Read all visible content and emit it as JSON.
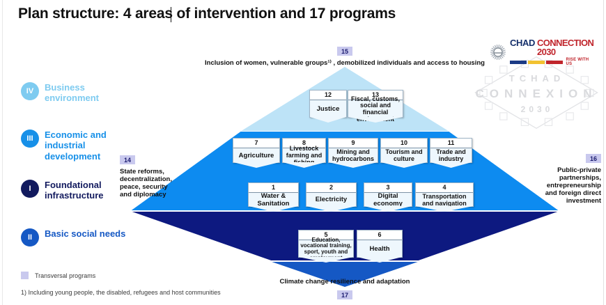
{
  "page": {
    "title": "Plan structure: 4 areas of intervention and 17 programs"
  },
  "pillars": [
    {
      "numeral": "IV",
      "label": "Business environment",
      "color": "#7ecbf0",
      "text_color": "#7ecbf0"
    },
    {
      "numeral": "III",
      "label": "Economic and industrial development",
      "color": "#1790e8",
      "text_color": "#1790e8"
    },
    {
      "numeral": "I",
      "label": "Foundational infrastructure",
      "color": "#121a5e",
      "text_color": "#121a5e"
    },
    {
      "numeral": "II",
      "label": "Basic social needs",
      "color": "#1558c4",
      "text_color": "#1558c4"
    }
  ],
  "bands": {
    "business_environment_color": "#bde3f7",
    "economic_industrial_color": "#0d8bf0",
    "foundational_color": "#0d1980",
    "basic_social_color": "#1558c4"
  },
  "programs": {
    "business_environment": [
      {
        "num": "12",
        "label": "Justice"
      },
      {
        "num": "13",
        "label": "Fiscal, customs, social and financial environment"
      }
    ],
    "economic_industrial": [
      {
        "num": "7",
        "label": "Agriculture"
      },
      {
        "num": "8",
        "label": "Livestock farming and fishing"
      },
      {
        "num": "9",
        "label": "Mining and hydrocarbons"
      },
      {
        "num": "10",
        "label": "Tourism and culture"
      },
      {
        "num": "11",
        "label": "Trade and industry"
      }
    ],
    "foundational_infrastructure": [
      {
        "num": "1",
        "label": "Water & Sanitation"
      },
      {
        "num": "2",
        "label": "Electricity"
      },
      {
        "num": "3",
        "label": "Digital economy"
      },
      {
        "num": "4",
        "label": "Transportation and navigation"
      }
    ],
    "basic_social_needs": [
      {
        "num": "5",
        "label": "Education, vocational training, sport, youth and employment"
      },
      {
        "num": "6",
        "label": "Health"
      }
    ]
  },
  "transversal": {
    "top": {
      "num": "15",
      "text": "Inclusion of women, vulnerable groups¹⁾ , demobilized individuals and access to housing"
    },
    "left": {
      "num": "14",
      "text": "State reforms, decentralization, peace, security and diplomacy"
    },
    "right": {
      "num": "16",
      "text": "Public-private partnerships, entrepreneurship and foreign direct investment"
    },
    "bottom": {
      "num": "17",
      "text": "Climate change resilience and adaptation"
    }
  },
  "legend": {
    "swatch_color": "#c9c9ee",
    "label": "Transversal programs"
  },
  "footnote": "1) Including young people, the disabled, refugees and host communities",
  "logo": {
    "chad": "CHAD",
    "connection": "CONNECTION 2030",
    "tagline": "RISE WITH US",
    "watermark_line1": "TCHAD",
    "watermark_line2": "CONNEXION",
    "watermark_line3": "2030",
    "bar_colors": [
      "#1b3a85",
      "#f2c230",
      "#c0252c"
    ]
  }
}
